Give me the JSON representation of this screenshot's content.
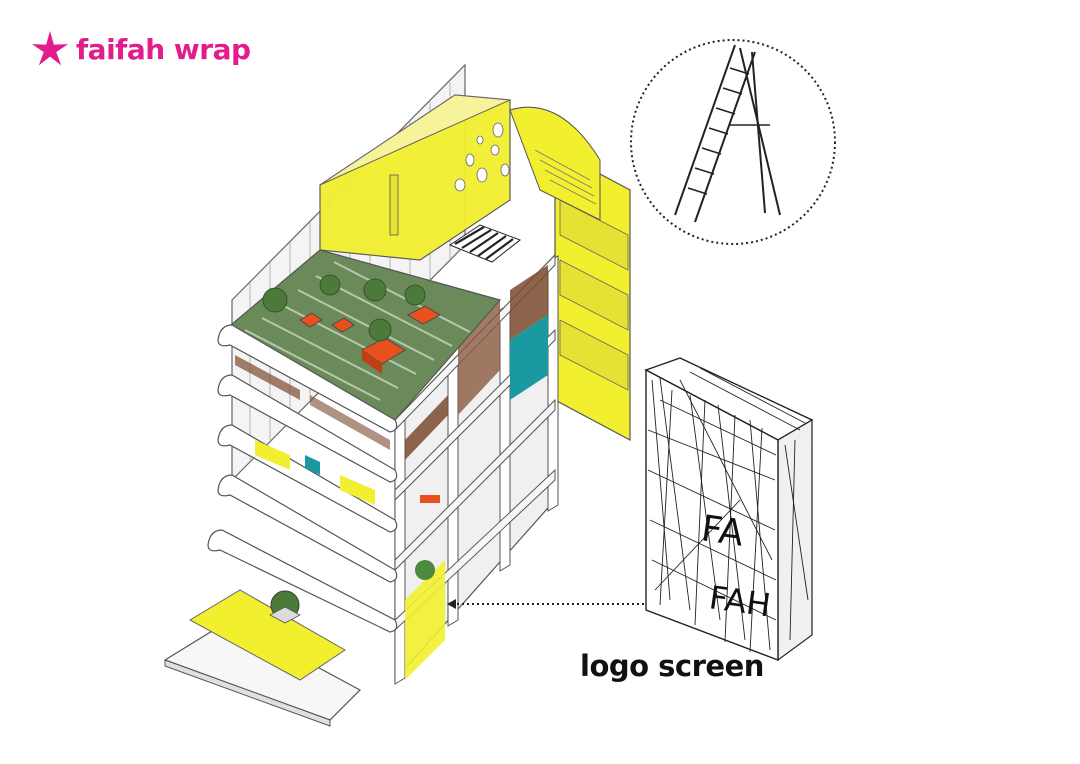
{
  "brand": {
    "name": "faifah wrap",
    "color": "#e31c8c",
    "icon": "asterisk-star-icon"
  },
  "diagram": {
    "caption": "logo screen",
    "detail_icon": "ladder-icon",
    "panel_text_top": "FA",
    "panel_text_bottom": "FAH",
    "colors": {
      "facade": "#f2ef2f",
      "orange": "#e8511e",
      "teal": "#1a9aa0",
      "wood": "#7a4a2e",
      "green_roof": "#6b8a5a",
      "structure": "#f4f4f4",
      "line": "#333333"
    }
  }
}
